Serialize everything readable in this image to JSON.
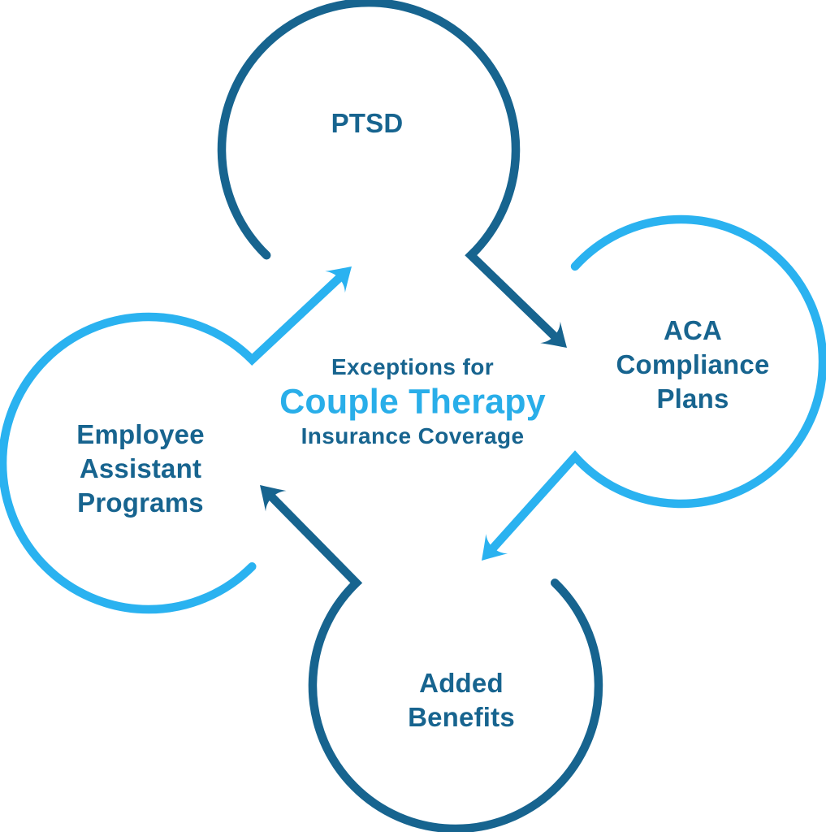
{
  "colors": {
    "dark_blue": "#17648f",
    "light_blue": "#2ab2f0",
    "title_accent": "#29aee9",
    "background": "#ffffff"
  },
  "center": {
    "line1": "Exceptions for",
    "line2": "Couple Therapy",
    "line3": "Insurance Coverage"
  },
  "nodes": {
    "top": {
      "label": "PTSD",
      "color": "dark_blue"
    },
    "right": {
      "label": "ACA\nCompliance\nPlans",
      "color": "light_blue"
    },
    "left": {
      "label": "Employee\nAssistant\nPrograms",
      "color": "light_blue"
    },
    "bottom": {
      "label": "Added\nBenefits",
      "color": "dark_blue"
    }
  },
  "arrows": [
    {
      "from": "Employee Assistant Programs",
      "to": "PTSD",
      "color": "light_blue"
    },
    {
      "from": "PTSD",
      "to": "ACA Compliance Plans",
      "color": "dark_blue"
    },
    {
      "from": "ACA Compliance Plans",
      "to": "Added Benefits",
      "color": "light_blue"
    },
    {
      "from": "Added Benefits",
      "to": "Employee Assistant Programs",
      "color": "dark_blue"
    }
  ]
}
